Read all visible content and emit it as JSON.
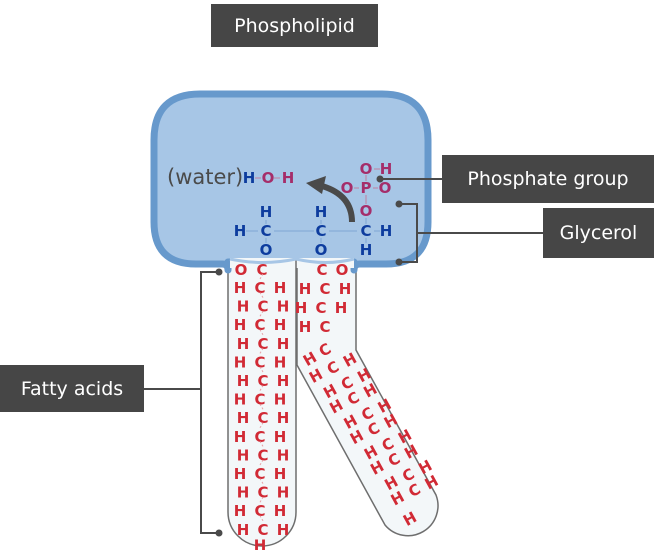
{
  "title": "Phospholipid",
  "labels": {
    "phosphate_group": "Phosphate group",
    "glycerol": "Glycerol",
    "fatty_acids": "Fatty acids"
  },
  "head": {
    "water_label": "(water)",
    "water_atoms": [
      "H",
      "O",
      "H"
    ],
    "phosphate_atoms": {
      "top": [
        "O",
        "H"
      ],
      "middle": [
        "O",
        "P",
        "O"
      ],
      "bottom": "O"
    },
    "glycerol_atoms": {
      "left": [
        "H",
        "H",
        "C",
        "O"
      ],
      "center": [
        "H",
        "C",
        "O"
      ],
      "right": [
        "C",
        "H",
        "H"
      ]
    }
  },
  "tails": {
    "saturated": {
      "carboxyl": [
        "O",
        "C"
      ],
      "ch2_units": 14,
      "terminal": "H"
    },
    "unsaturated": {
      "carboxyl": [
        "C",
        "O"
      ],
      "ch2_units_upper": 2,
      "double_bond": [
        "H",
        "C",
        "H",
        "C"
      ],
      "ch2_units_lower": 9,
      "terminal": "H"
    }
  },
  "colors": {
    "head_fill": "#a7c6e6",
    "head_border": "#6799cc",
    "tail_fill": "#f3f7f9",
    "tail_border": "#6e6e6e",
    "label_bg": "#464646",
    "glycerol_atom": "#0d3c9e",
    "phosphate_atom": "#a52d6a",
    "fatty_acid_atom": "#d12a35",
    "leader_line": "#4a4a4a"
  }
}
